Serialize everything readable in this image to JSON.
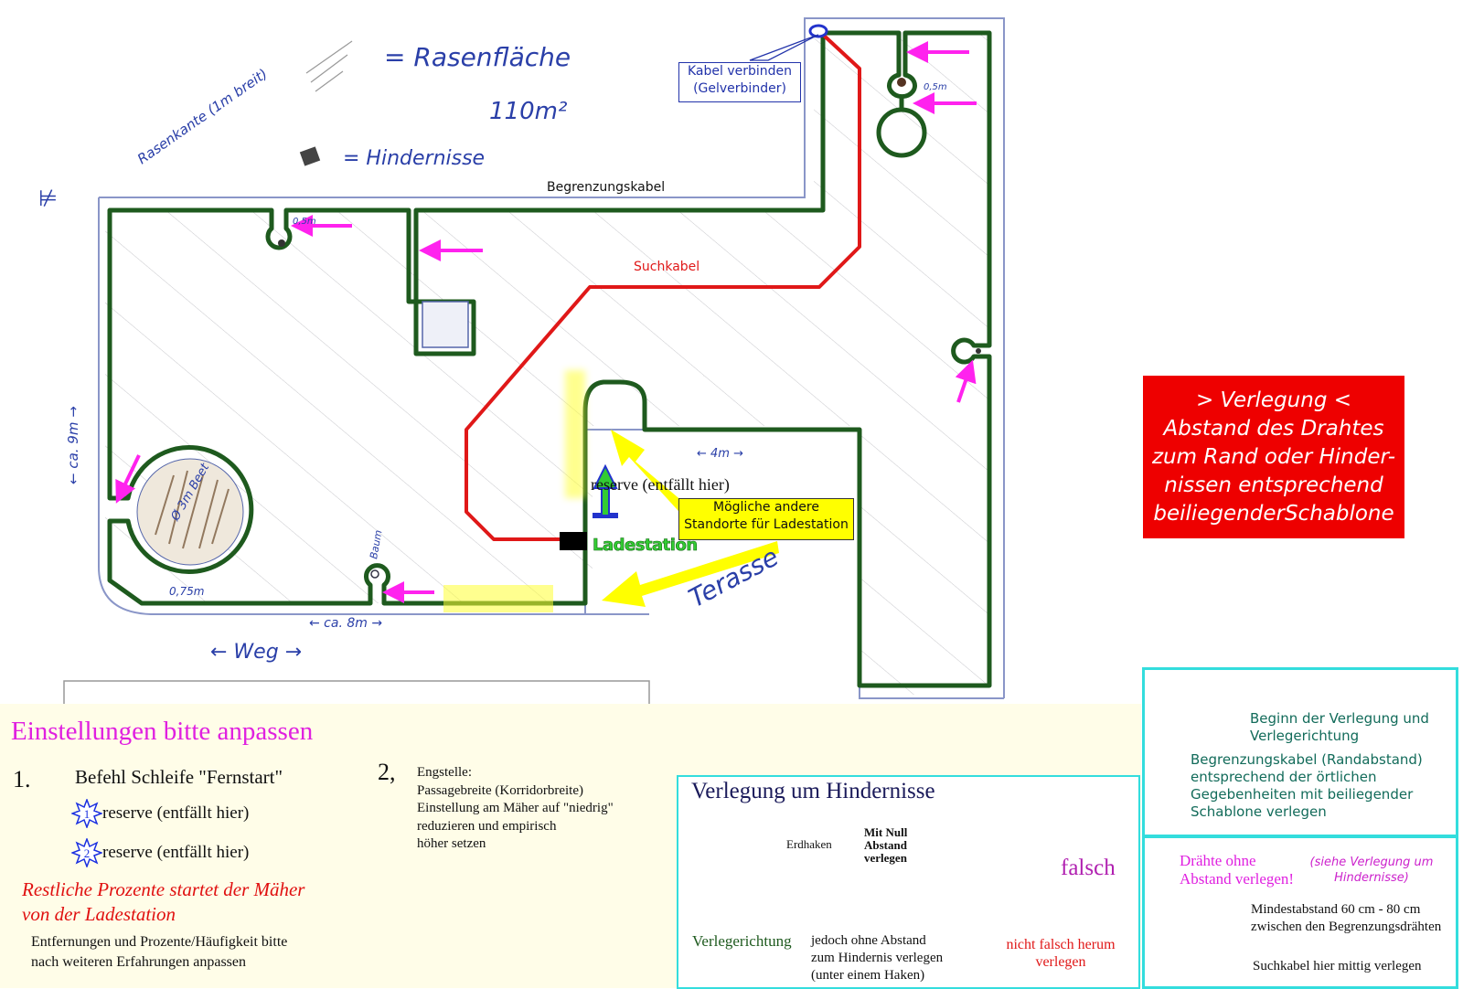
{
  "legend_sketch": {
    "lawn_label": "= Rasenfläche",
    "lawn_area": "110m²",
    "obstacle_label": "= Hindernisse",
    "lawn_edge_note": "Rasenkante (1m breit)"
  },
  "map": {
    "boundary_cable_label": "Begrenzungskabel",
    "search_cable_label": "Suchkabel",
    "connector_callout": [
      "Kabel verbinden",
      "(Gelverbinder)"
    ],
    "alt_station_callout": [
      "Mögliche andere",
      "Standorte für Ladestation"
    ],
    "charging_station_label": "Ladestation",
    "reserve_label": "reserve (entfällt hier)",
    "handwritten": {
      "left_dim": "← ca. 9m →",
      "bottom_dim": "← ca. 8m →",
      "path": "← Weg →",
      "terrace": "Terasse",
      "terrace_dim": "← 4m →",
      "bed": "Ø 3m Beet",
      "bed_gap": "0,75m",
      "tree": "Baum",
      "gap_right": "0,5m",
      "dim_top": "0,5m"
    }
  },
  "info_box": {
    "lines": [
      "> Verlegung <",
      "Abstand des Drahtes",
      "zum Rand oder Hinder-",
      "nissen entsprechend",
      "beiliegenderSchablone"
    ],
    "bg_color": "#ee0000"
  },
  "settings": {
    "title": "Einstellungen bitte anpassen",
    "item1": {
      "number": "1.",
      "heading": "Befehl Schleife \"Fernstart\"",
      "sub": [
        {
          "badge": "1",
          "text": "reserve (entfällt hier)"
        },
        {
          "badge": "2",
          "text": "reserve (entfällt hier)"
        }
      ]
    },
    "remaining_note": [
      "Restliche Prozente  startet der Mäher",
      "von der Ladestation"
    ],
    "adjust_note": [
      "Entfernungen und Prozente/Häufigkeit bitte",
      "nach weiteren Erfahrungen anpassen"
    ],
    "item2": {
      "number": "2,",
      "lines": [
        "Engstelle:",
        "Passagebreite (Korridorbreite)",
        "Einstellung am Mäher auf \"niedrig\"",
        "reduzieren und empirisch",
        "höher setzen"
      ]
    }
  },
  "obstacle_panel": {
    "title": "Verlegung um Hindernisse",
    "direction_label": "Verlegerichtung",
    "hooks_label": "Erdhaken",
    "zero_gap": [
      "Mit Null",
      "Abstand",
      "verlegen"
    ],
    "no_gap_note": [
      "jedoch ohne Abstand",
      "zum Hindernis verlegen",
      "(unter einem Haken)"
    ],
    "wrong_label": "falsch",
    "wrong_note": [
      "nicht falsch herum",
      "verlegen"
    ]
  },
  "legend_panel": {
    "start_label": [
      "Beginn der Verlegung und",
      "Verlegerichtung"
    ],
    "boundary_note": [
      "Begrenzungskabel (Randabstand)",
      "entsprechend der örtlichen",
      "Gegebenheiten mit beiliegender",
      "Schablone verlegen"
    ]
  },
  "legend_panel2": {
    "wires_note": [
      "Drähte ohne",
      "Abstand verlegen!"
    ],
    "see_note": [
      "(siehe Verlegung um",
      "Hindernisse)"
    ],
    "min_dist": [
      "Mindestabstand 60 cm - 80 cm",
      "zwischen den Begrenzungsdrähten"
    ],
    "search_center": "Suchkabel hier mittig verlegen"
  },
  "colors": {
    "boundary": "#1e5a1e",
    "search": "#e01818",
    "magenta_arrow": "#ff22ee",
    "yellow": "#ffff00",
    "cyan_border": "#33dddd"
  }
}
